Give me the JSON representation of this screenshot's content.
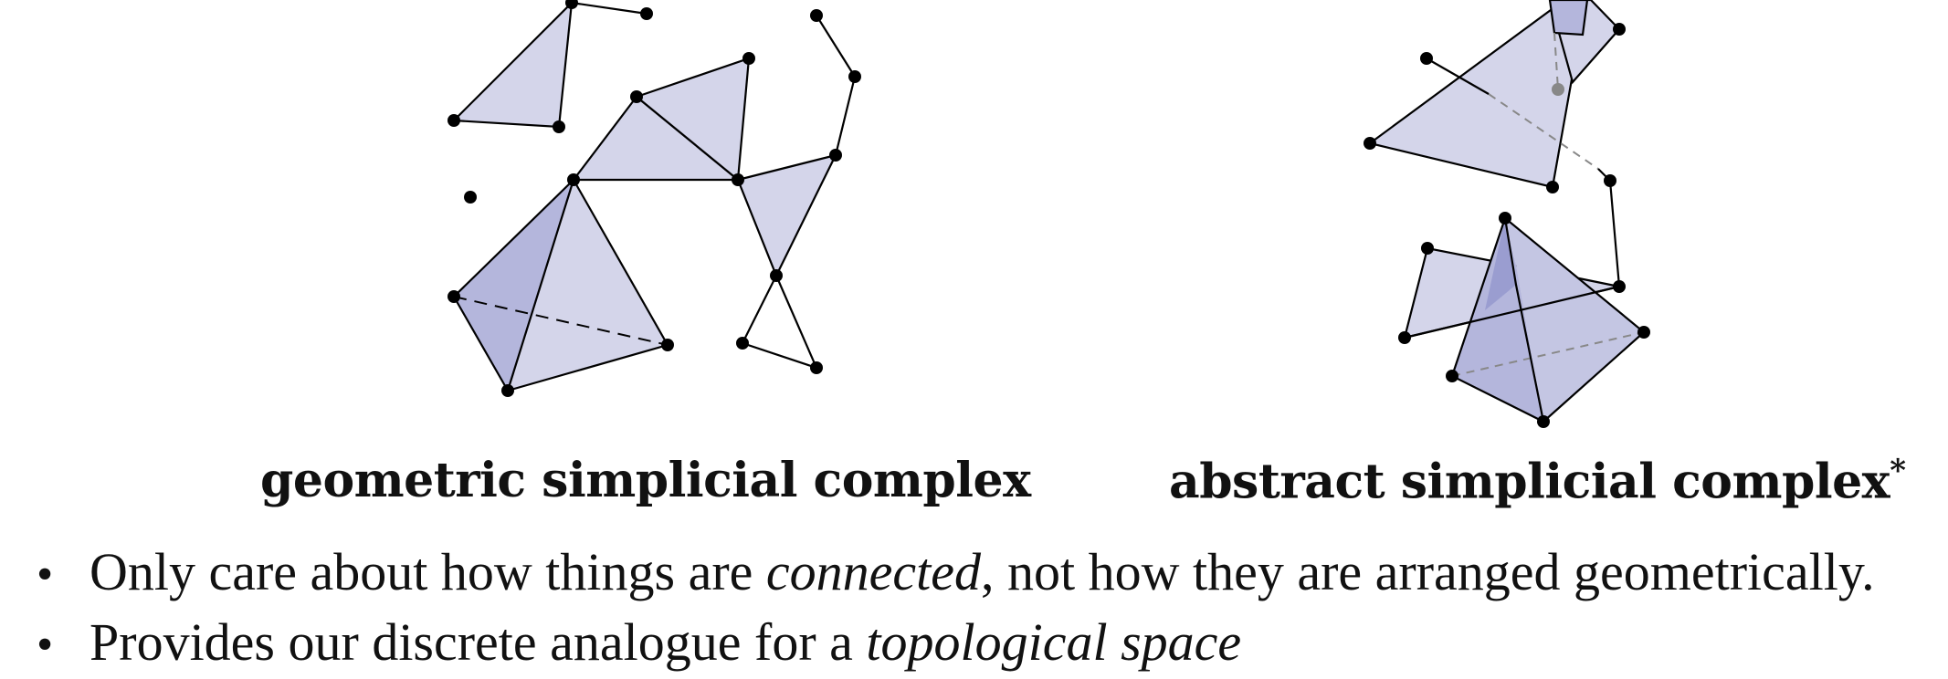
{
  "captions": {
    "geometric": "geometric simplicial complex",
    "abstract": "abstract simplicial complex",
    "abstract_mark": "*"
  },
  "bullets": [
    {
      "pre": "Only care about how things are ",
      "em": "connected",
      "post": ", not how they are arranged geometrically."
    },
    {
      "pre": "Provides our discrete analogue for a ",
      "em": "topological space",
      "post": ""
    }
  ],
  "colors": {
    "face_light": "#d4d5ea",
    "face_dark": "#b4b6dc",
    "face_darker": "#9a9dd0",
    "edge": "#000000",
    "hidden_edge": "#888888",
    "hidden_vertex": "#888888"
  }
}
